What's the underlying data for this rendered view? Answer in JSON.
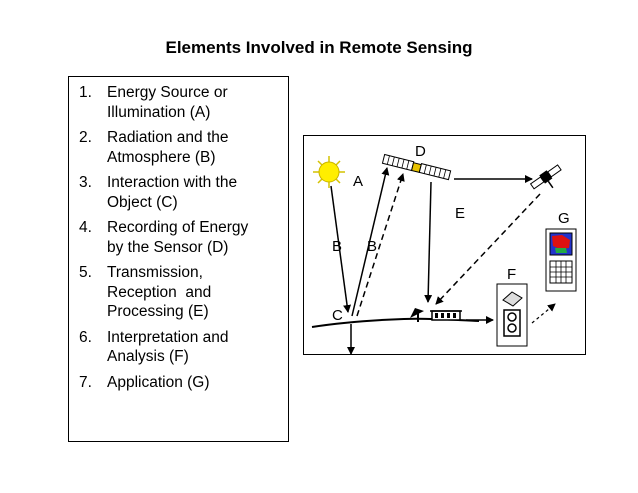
{
  "title": "Elements Involved in Remote Sensing",
  "steps": [
    {
      "num": "1.",
      "lines": [
        "Energy Source or",
        "Illumination (A)"
      ]
    },
    {
      "num": "2.",
      "lines": [
        "Radiation and the",
        "Atmosphere (B)"
      ]
    },
    {
      "num": "3.",
      "lines": [
        "Interaction with the",
        "Object (C)"
      ]
    },
    {
      "num": "4.",
      "lines": [
        "Recording of Energy",
        "by the Sensor (D)"
      ]
    },
    {
      "num": "5.",
      "lines": [
        "Transmission,",
        "Reception  and",
        "Processing (E)"
      ]
    },
    {
      "num": "6.",
      "lines": [
        "Interpretation and",
        "Analysis (F)"
      ]
    },
    {
      "num": "7.",
      "lines": [
        "Application (G)"
      ]
    }
  ],
  "diagram": {
    "labels": {
      "a": "A",
      "b1": "B",
      "b2": "B",
      "c": "C",
      "d": "D",
      "e": "E",
      "f": "F",
      "g": "G"
    },
    "colors": {
      "sun": "#ffee00",
      "sun_rays": "#d4c200",
      "map_red": "#dd1111",
      "map_blue": "#2233cc",
      "map_green": "#22aa44"
    }
  }
}
